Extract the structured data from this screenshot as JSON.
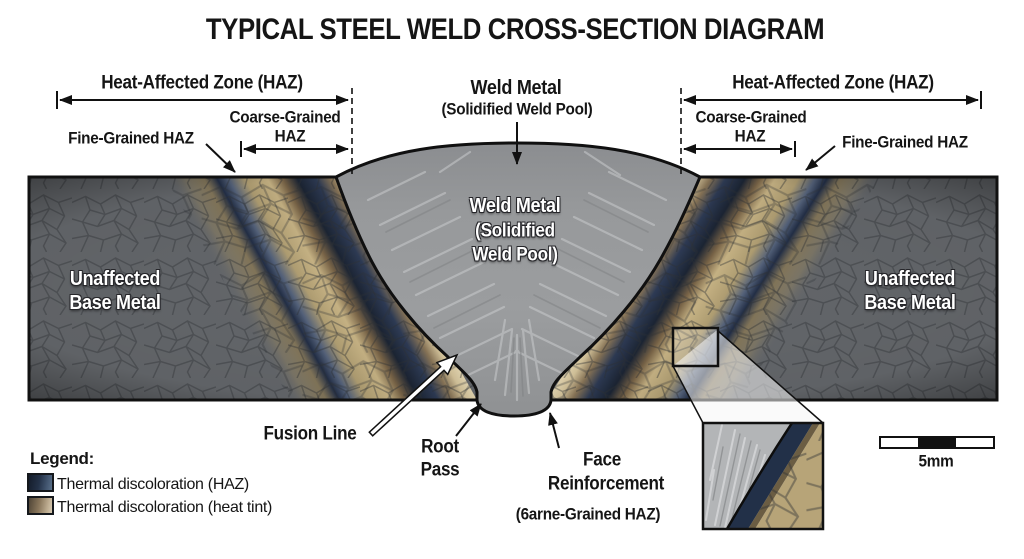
{
  "title": "TYPICAL STEEL WELD CROSS-SECTION DIAGRAM",
  "annotations": {
    "haz": "Heat-Affected Zone (HAZ)",
    "coarse_grained": [
      "Coarse-Grained",
      "HAZ"
    ],
    "fine_grained": "Fine-Grained HAZ",
    "weld_metal_top": [
      "Weld Metal",
      "(Solidified Weld Pool)"
    ],
    "weld_metal_inner": [
      "Weld Metal",
      "(Solidified",
      "Weld Pool)"
    ],
    "unaffected": [
      "Unaffected",
      "Base Metal"
    ],
    "fusion_line": "Fusion Line",
    "root_pass": [
      "Root",
      "Pass"
    ],
    "face_reinforcement": [
      "Face",
      "Reinforcement",
      "(6arne-Grained HAZ)"
    ]
  },
  "legend": {
    "heading": "Legend:",
    "items": [
      {
        "label": "Thermal discoloration (HAZ)",
        "color": "#243248"
      },
      {
        "label": "Thermal discoloration (heat tint)",
        "color": "#b9a67f"
      }
    ]
  },
  "scale_bar": {
    "label": "5mm"
  },
  "colors": {
    "base_metal_gray": "#66696d",
    "weld_metal_gray": "#97999b",
    "haz_discoloration_navy": "#1f2a3e",
    "heat_tint_tan": "#b9a67f",
    "outline_black": "#111111"
  }
}
